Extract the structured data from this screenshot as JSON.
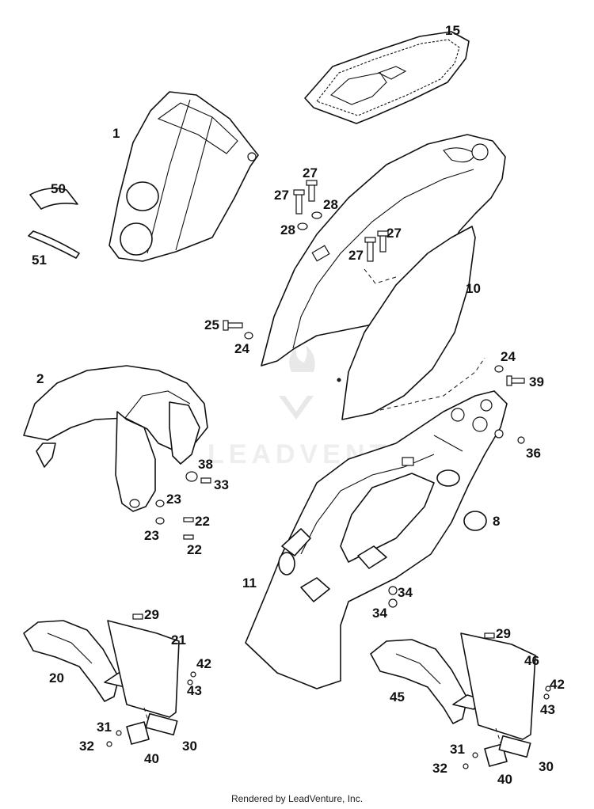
{
  "watermark_text": "LEADVENTURE",
  "footer_text": "Rendered by LeadVenture, Inc.",
  "callouts": [
    {
      "id": "c15",
      "text": "15"
    },
    {
      "id": "c1",
      "text": "1"
    },
    {
      "id": "c50",
      "text": "50"
    },
    {
      "id": "c51",
      "text": "51"
    },
    {
      "id": "c27a",
      "text": "27"
    },
    {
      "id": "c27b",
      "text": "27"
    },
    {
      "id": "c28a",
      "text": "28"
    },
    {
      "id": "c28b",
      "text": "28"
    },
    {
      "id": "c27c",
      "text": "27"
    },
    {
      "id": "c27d",
      "text": "27"
    },
    {
      "id": "c10",
      "text": "10"
    },
    {
      "id": "c25",
      "text": "25"
    },
    {
      "id": "c24a",
      "text": "24"
    },
    {
      "id": "c2",
      "text": "2"
    },
    {
      "id": "c24b",
      "text": "24"
    },
    {
      "id": "c39",
      "text": "39"
    },
    {
      "id": "c36",
      "text": "36"
    },
    {
      "id": "c38",
      "text": "38"
    },
    {
      "id": "c33",
      "text": "33"
    },
    {
      "id": "c23a",
      "text": "23"
    },
    {
      "id": "c23b",
      "text": "23"
    },
    {
      "id": "c22a",
      "text": "22"
    },
    {
      "id": "c22b",
      "text": "22"
    },
    {
      "id": "c8",
      "text": "8"
    },
    {
      "id": "c11",
      "text": "11"
    },
    {
      "id": "c34a",
      "text": "34"
    },
    {
      "id": "c34b",
      "text": "34"
    },
    {
      "id": "c29a",
      "text": "29"
    },
    {
      "id": "c21",
      "text": "21"
    },
    {
      "id": "c20",
      "text": "20"
    },
    {
      "id": "c42a",
      "text": "42"
    },
    {
      "id": "c43a",
      "text": "43"
    },
    {
      "id": "c31a",
      "text": "31"
    },
    {
      "id": "c32a",
      "text": "32"
    },
    {
      "id": "c30a",
      "text": "30"
    },
    {
      "id": "c40a",
      "text": "40"
    },
    {
      "id": "c29b",
      "text": "29"
    },
    {
      "id": "c46",
      "text": "46"
    },
    {
      "id": "c45",
      "text": "45"
    },
    {
      "id": "c42b",
      "text": "42"
    },
    {
      "id": "c43b",
      "text": "43"
    },
    {
      "id": "c31b",
      "text": "31"
    },
    {
      "id": "c32b",
      "text": "32"
    },
    {
      "id": "c30b",
      "text": "30"
    },
    {
      "id": "c40b",
      "text": "40"
    }
  ]
}
